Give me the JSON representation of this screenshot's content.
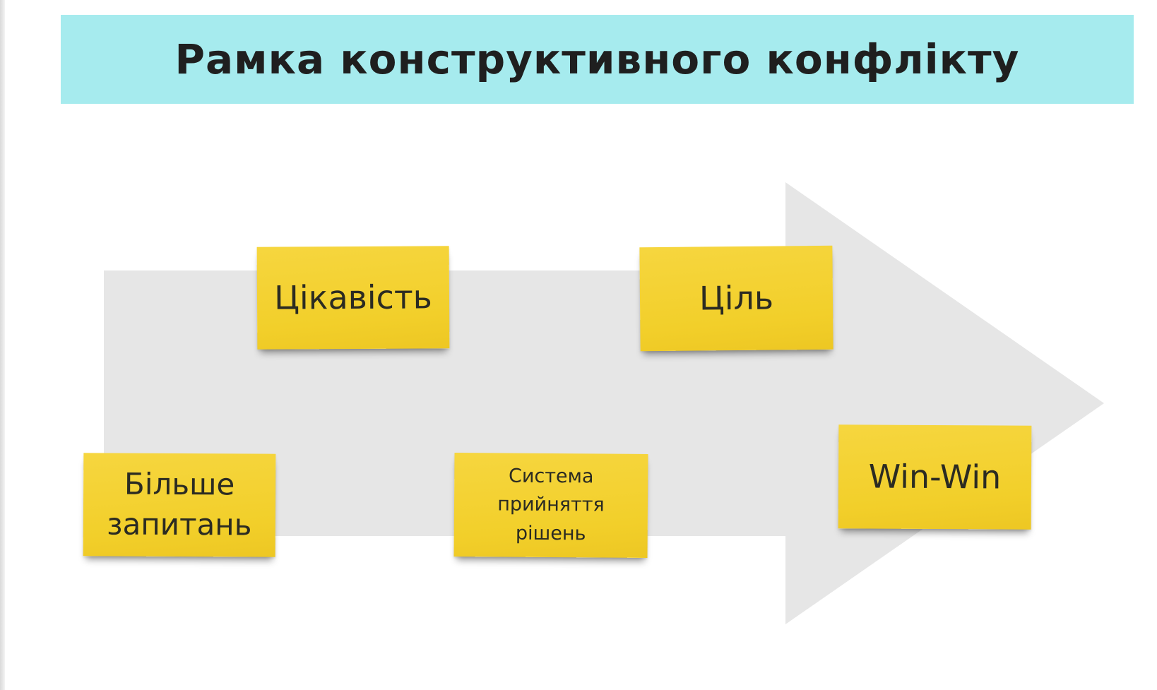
{
  "diagram": {
    "title": "Рамка конструктивного конфлікту",
    "notes": {
      "curiosity": "Цікавість",
      "goal": "Ціль",
      "win_win": "Win-Win",
      "more_questions": "Більше\nзапитань",
      "decision_system": "Система\nприйняття\nрішень"
    },
    "colors": {
      "banner": "#a6ebee",
      "arrow": "#e6e6e6",
      "sticky_note": "#f2cf2a",
      "text": "#1f1f1f"
    }
  }
}
